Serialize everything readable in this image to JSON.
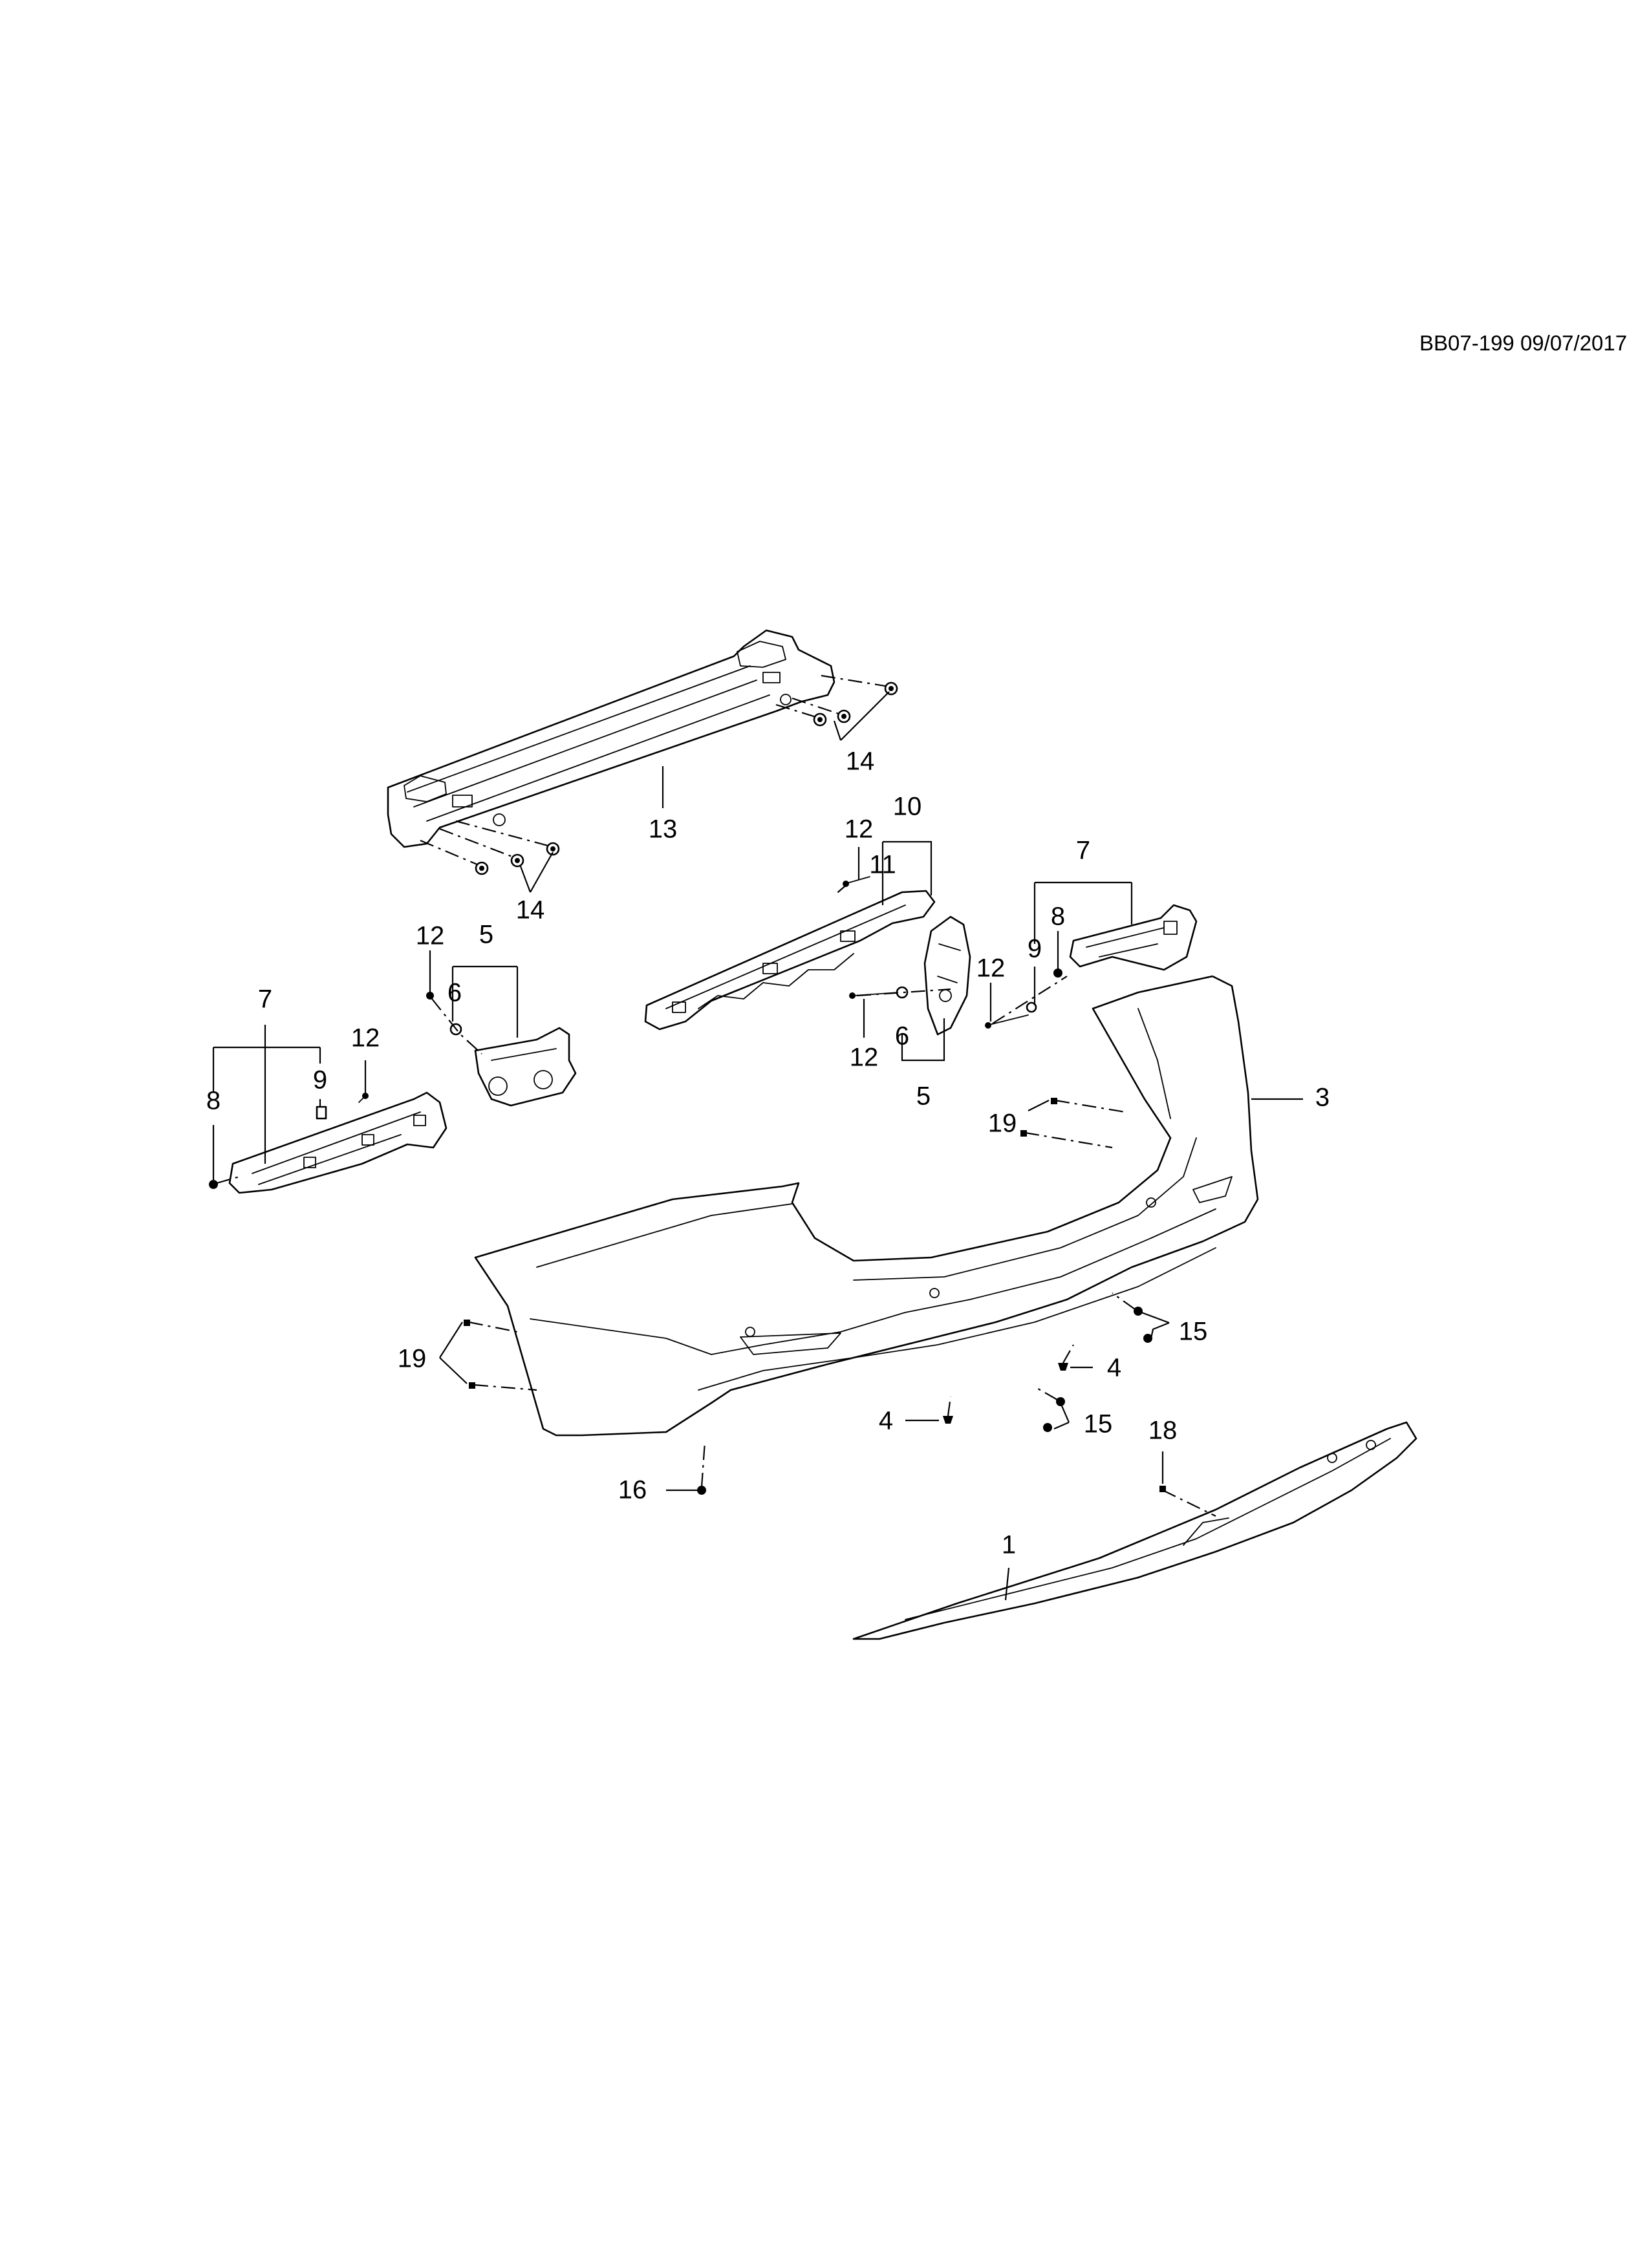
{
  "document_code": "BB07-199 09/07/2017",
  "callouts": {
    "c1": "1",
    "c3": "3",
    "c4_right": "4",
    "c4_bottom": "4",
    "c5_left": "5",
    "c5_right": "5",
    "c6_left": "6",
    "c6_right": "6",
    "c7_left": "7",
    "c7_right": "7",
    "c8_left": "8",
    "c8_right": "8",
    "c9_left": "9",
    "c9_right": "9",
    "c10": "10",
    "c11": "11",
    "c12_a": "12",
    "c12_b": "12",
    "c12_c": "12",
    "c12_d": "12",
    "c12_e": "12",
    "c13": "13",
    "c14_right": "14",
    "c14_left": "14",
    "c15_upper": "15",
    "c15_lower": "15",
    "c16": "16",
    "c18": "18",
    "c19_right": "19",
    "c19_left": "19"
  }
}
